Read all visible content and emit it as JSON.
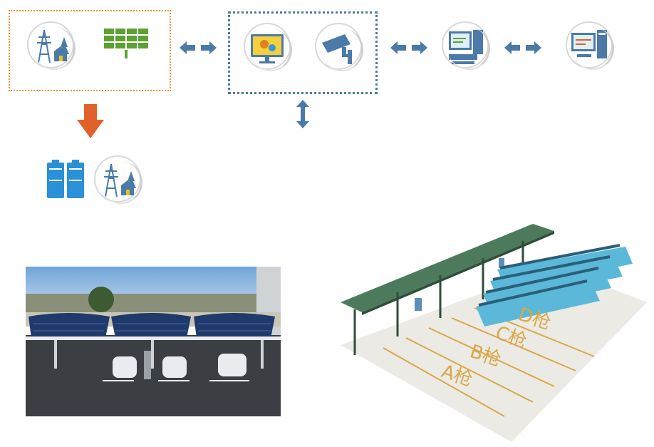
{
  "colors": {
    "diagram_blue": "#4b7aa8",
    "arrow_orange": "#e0622a",
    "box_orange": "#e8953a",
    "panel_green": "#5ea034",
    "battery_blue": "#2a90d8",
    "lane_yellow": "#d9a84a",
    "bus_blue": "#5bb8d8"
  },
  "icons": {
    "power_grid": "power-tower-house-trees-icon",
    "solar_panel": "solar-panel-icon",
    "monitor": "monitor-gears-icon",
    "camera": "cctv-camera-icon",
    "workstation_a": "desktop-computer-icon",
    "workstation_b": "desktop-computer-icon",
    "battery": "battery-storage-icon",
    "grid_bottom": "power-tower-house-trees-icon"
  },
  "bus_lanes": {
    "labels": [
      "D枪",
      "C枪",
      "B枪",
      "A枪"
    ]
  }
}
